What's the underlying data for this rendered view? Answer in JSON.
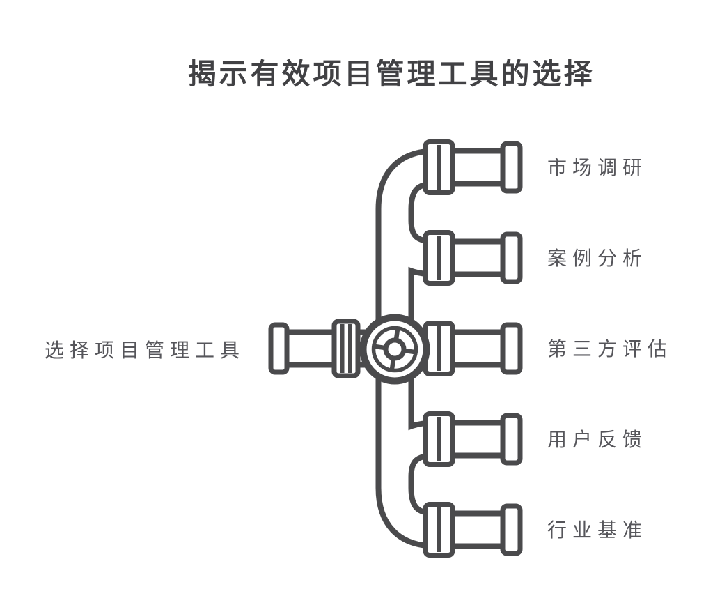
{
  "title": "揭示有效项目管理工具的选择",
  "root": {
    "label": "选择项目管理工具"
  },
  "branches": [
    {
      "label": "市场调研"
    },
    {
      "label": "案例分析"
    },
    {
      "label": "第三方评估"
    },
    {
      "label": "用户反馈"
    },
    {
      "label": "行业基准"
    }
  ],
  "icons": {
    "center": "valve-wheel-icon",
    "connector_style": "pipe-with-flanges"
  },
  "colors": {
    "background": "#ffffff",
    "pipe_stroke": "#4a4a4c",
    "title_text": "#414144",
    "label_text": "#56565b"
  }
}
